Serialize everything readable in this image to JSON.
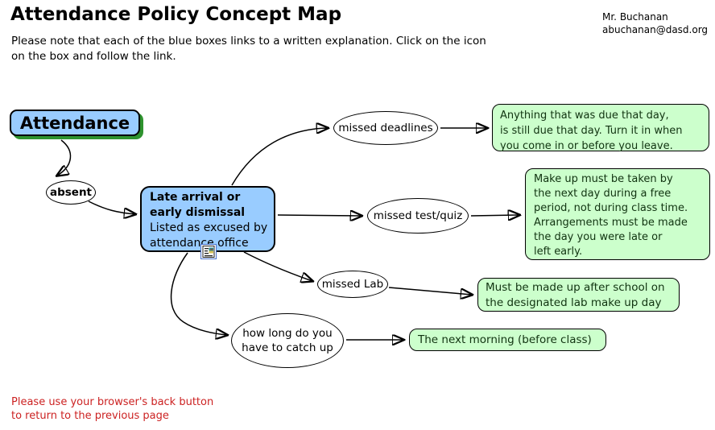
{
  "colors": {
    "node-blue": "#99CCFF",
    "node-green": "#CCFFCC",
    "shadow-green": "#2E932E",
    "text-red": "#CC2222"
  },
  "header": {
    "title": "Attendance Policy Concept Map",
    "author": "Mr. Buchanan",
    "email": "abuchanan@dasd.org",
    "note_lines": [
      "Please note that each of the blue boxes links to a written explanation. Click on the icon",
      "on the box and follow the link."
    ]
  },
  "map": {
    "attendance": {
      "label": "Attendance"
    },
    "absent": {
      "label": "absent"
    },
    "late_arrival": {
      "bold_lines": [
        "Late arrival or",
        "early dismissal"
      ],
      "normal_lines": [
        "Listed as excused by",
        "attendance office"
      ],
      "icon": "linked-document-icon"
    },
    "missed_deadlines": {
      "label": "missed deadlines"
    },
    "missed_test_quiz": {
      "label": "missed test/quiz"
    },
    "missed_lab": {
      "label": "missed Lab"
    },
    "catch_up": {
      "lines": [
        "how long do you",
        "have to catch up"
      ]
    },
    "deadline_note": {
      "lines": [
        "Anything that was due that day,",
        "is still due that day. Turn it in when",
        "you come in or before you leave."
      ]
    },
    "test_note": {
      "lines": [
        "Make up must be taken by",
        "the next day during a free",
        "period, not during class time.",
        "Arrangements must be made",
        "the day you were late or",
        "left early."
      ]
    },
    "lab_note": {
      "lines": [
        "Must be made up after school on",
        "the designated lab make up day"
      ]
    },
    "catch_up_note": {
      "label": "The next morning (before class)"
    }
  },
  "footer": {
    "lines": [
      "Please use your browser's back button",
      "to return to the previous page"
    ]
  }
}
